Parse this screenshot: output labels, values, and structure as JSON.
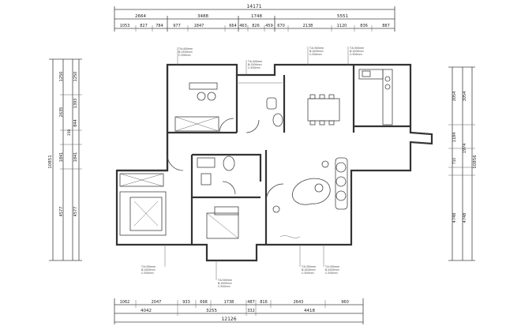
{
  "dimensions": {
    "top_total": "14171",
    "top_row2": [
      "2664",
      "3488",
      "1748",
      "5551"
    ],
    "top_row3": [
      "1053",
      "827",
      "784",
      "977",
      "1847",
      "664",
      "463",
      "826",
      "459",
      "670",
      "2138",
      "1120",
      "836",
      "887"
    ],
    "bottom_total": "12126",
    "bottom_row2": [
      "4042",
      "3255",
      "332",
      "4418"
    ],
    "bottom_row3": [
      "1062",
      "2047",
      "933",
      "698",
      "1738",
      "487",
      "816",
      "2643",
      "960"
    ],
    "left_total": "10851",
    "left_row2": [
      "1250",
      "1250",
      "2635",
      "1393",
      "844",
      "358",
      "1841",
      "1841",
      "4577",
      "4577"
    ],
    "right_total": "10856",
    "right_row2": [
      "3054",
      "3054",
      "1184",
      "1974",
      "710",
      "4748",
      "4748"
    ]
  },
  "socket_notes": [
    [
      "T:A:400mm",
      "B:1300mm",
      "C:300mm"
    ],
    [
      "T:A:400mm",
      "B:1300mm",
      "C:300mm"
    ],
    [
      "T:A:300mm",
      "B:1000mm",
      "C:300mm"
    ],
    [
      "T:A:300mm",
      "B:1000mm",
      "C:300mm"
    ],
    [
      "T:A:300mm",
      "B:1000mm",
      "C:300mm"
    ],
    [
      "T:A:300mm",
      "B:1000mm",
      "C:300mm"
    ],
    [
      "T:A:300mm",
      "B:1000mm",
      "C:300mm"
    ],
    [
      "T:A:300mm",
      "B:1000mm",
      "C:300mm"
    ]
  ]
}
